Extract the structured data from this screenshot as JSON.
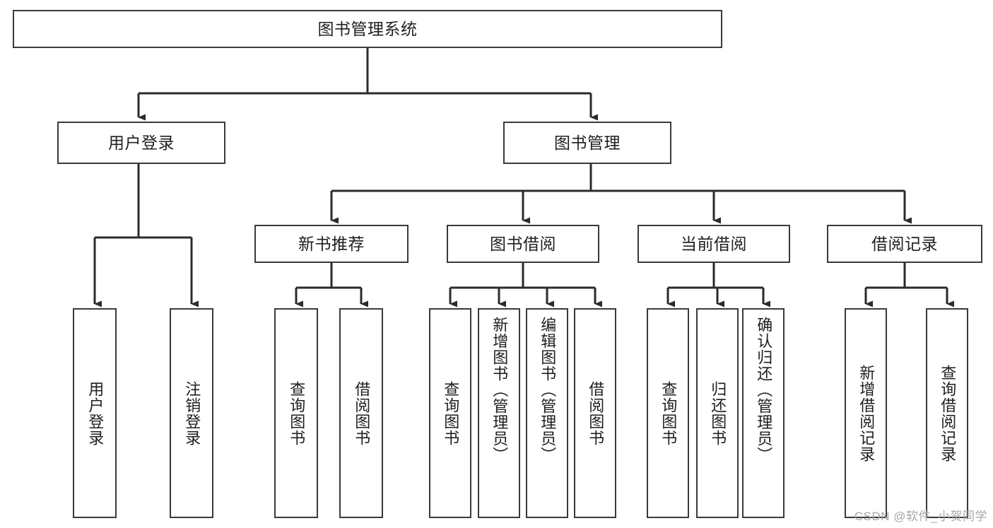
{
  "diagram": {
    "title": "图书管理系统",
    "type": "hierarchy-tree",
    "watermark": "CSDN @软件_小贺同学",
    "colors": {
      "box_stroke": "#3a3a3a",
      "box_fill": "#ffffff",
      "edge_stroke": "#2b2b2b",
      "text": "#1f1f1f",
      "watermark": "#a8a8a8",
      "canvas": "#ffffff"
    },
    "nodes": {
      "root": {
        "label": "图书管理系统"
      },
      "level2": [
        {
          "label": "用户登录"
        },
        {
          "label": "图书管理"
        }
      ],
      "level3": [
        {
          "label": "新书推荐"
        },
        {
          "label": "图书借阅"
        },
        {
          "label": "当前借阅"
        },
        {
          "label": "借阅记录"
        }
      ],
      "leaves": {
        "user_login": [
          {
            "label": "用户登录"
          },
          {
            "label": "注销登录"
          }
        ],
        "new_book_recommend": [
          {
            "label": "查询图书"
          },
          {
            "label": "借阅图书"
          }
        ],
        "book_borrow": [
          {
            "label": "查询图书"
          },
          {
            "label": "新增图书（管理员）"
          },
          {
            "label": "编辑图书（管理员）"
          },
          {
            "label": "借阅图书"
          }
        ],
        "current_borrow": [
          {
            "label": "查询图书"
          },
          {
            "label": "归还图书"
          },
          {
            "label": "确认归还（管理员）"
          }
        ],
        "borrow_record": [
          {
            "label": "新增借阅记录"
          },
          {
            "label": "查询借阅记录"
          }
        ]
      }
    }
  }
}
